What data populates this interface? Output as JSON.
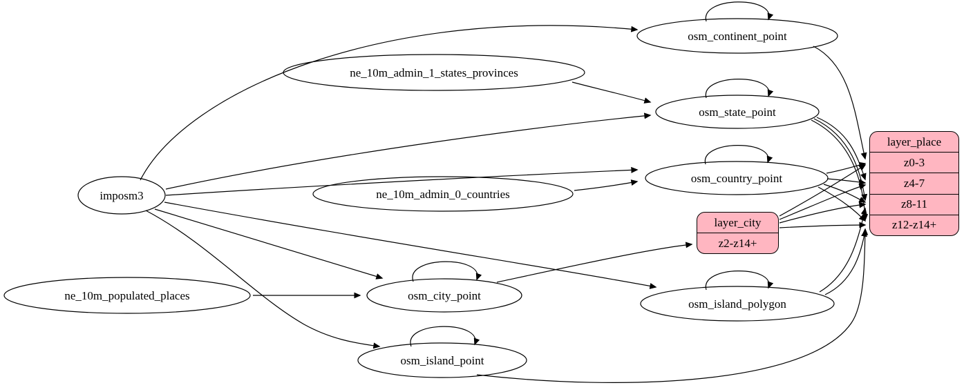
{
  "diagram": {
    "type": "etl-graph",
    "colors": {
      "background": "#ffffff",
      "edge_stroke": "#000000",
      "ellipse_fill": "none",
      "record_fill": "#ffb6c1",
      "record_stroke": "#000000"
    },
    "nodes": {
      "imposm3": {
        "label": "imposm3",
        "shape": "ellipse"
      },
      "ne_10m_admin_1_states_provinces": {
        "label": "ne_10m_admin_1_states_provinces",
        "shape": "ellipse"
      },
      "ne_10m_admin_0_countries": {
        "label": "ne_10m_admin_0_countries",
        "shape": "ellipse"
      },
      "ne_10m_populated_places": {
        "label": "ne_10m_populated_places",
        "shape": "ellipse"
      },
      "osm_continent_point": {
        "label": "osm_continent_point",
        "shape": "ellipse",
        "self_loop": true
      },
      "osm_state_point": {
        "label": "osm_state_point",
        "shape": "ellipse",
        "self_loop": true
      },
      "osm_country_point": {
        "label": "osm_country_point",
        "shape": "ellipse",
        "self_loop": true
      },
      "osm_city_point": {
        "label": "osm_city_point",
        "shape": "ellipse",
        "self_loop": true
      },
      "osm_island_polygon": {
        "label": "osm_island_polygon",
        "shape": "ellipse",
        "self_loop": true
      },
      "osm_island_point": {
        "label": "osm_island_point",
        "shape": "ellipse",
        "self_loop": true
      },
      "layer_city": {
        "label": "layer_city",
        "shape": "record",
        "rows": [
          "z2-z14+"
        ]
      },
      "layer_place": {
        "label": "layer_place",
        "shape": "record",
        "rows": [
          "z0-3",
          "z4-7",
          "z8-11",
          "z12-z14+"
        ]
      }
    },
    "edges": [
      {
        "from": "imposm3",
        "to": "osm_continent_point"
      },
      {
        "from": "imposm3",
        "to": "osm_state_point"
      },
      {
        "from": "imposm3",
        "to": "osm_country_point"
      },
      {
        "from": "imposm3",
        "to": "osm_city_point"
      },
      {
        "from": "imposm3",
        "to": "osm_island_polygon"
      },
      {
        "from": "imposm3",
        "to": "osm_island_point"
      },
      {
        "from": "ne_10m_admin_1_states_provinces",
        "to": "osm_state_point"
      },
      {
        "from": "ne_10m_admin_0_countries",
        "to": "osm_country_point"
      },
      {
        "from": "ne_10m_populated_places",
        "to": "osm_city_point"
      },
      {
        "from": "osm_continent_point",
        "to": "osm_continent_point"
      },
      {
        "from": "osm_state_point",
        "to": "osm_state_point"
      },
      {
        "from": "osm_country_point",
        "to": "osm_country_point"
      },
      {
        "from": "osm_city_point",
        "to": "osm_city_point"
      },
      {
        "from": "osm_island_polygon",
        "to": "osm_island_polygon"
      },
      {
        "from": "osm_island_point",
        "to": "osm_island_point"
      },
      {
        "from": "osm_continent_point",
        "to": "layer_place:z0-3"
      },
      {
        "from": "osm_country_point",
        "to": "layer_place:z0-3"
      },
      {
        "from": "osm_country_point",
        "to": "layer_place:z4-7"
      },
      {
        "from": "osm_country_point",
        "to": "layer_place:z8-11"
      },
      {
        "from": "osm_country_point",
        "to": "layer_place:z12-z14+"
      },
      {
        "from": "osm_state_point",
        "to": "layer_place:z4-7"
      },
      {
        "from": "osm_state_point",
        "to": "layer_place:z8-11"
      },
      {
        "from": "osm_state_point",
        "to": "layer_place:z12-z14+"
      },
      {
        "from": "osm_island_polygon",
        "to": "layer_place:z8-11"
      },
      {
        "from": "osm_island_polygon",
        "to": "layer_place:z12-z14+"
      },
      {
        "from": "osm_island_point",
        "to": "layer_place:z12-z14+"
      },
      {
        "from": "osm_city_point",
        "to": "layer_city:z2-z14+"
      },
      {
        "from": "layer_city",
        "to": "layer_place:z0-3"
      },
      {
        "from": "layer_city",
        "to": "layer_place:z4-7"
      },
      {
        "from": "layer_city",
        "to": "layer_place:z8-11"
      },
      {
        "from": "layer_city",
        "to": "layer_place:z12-z14+"
      }
    ]
  }
}
